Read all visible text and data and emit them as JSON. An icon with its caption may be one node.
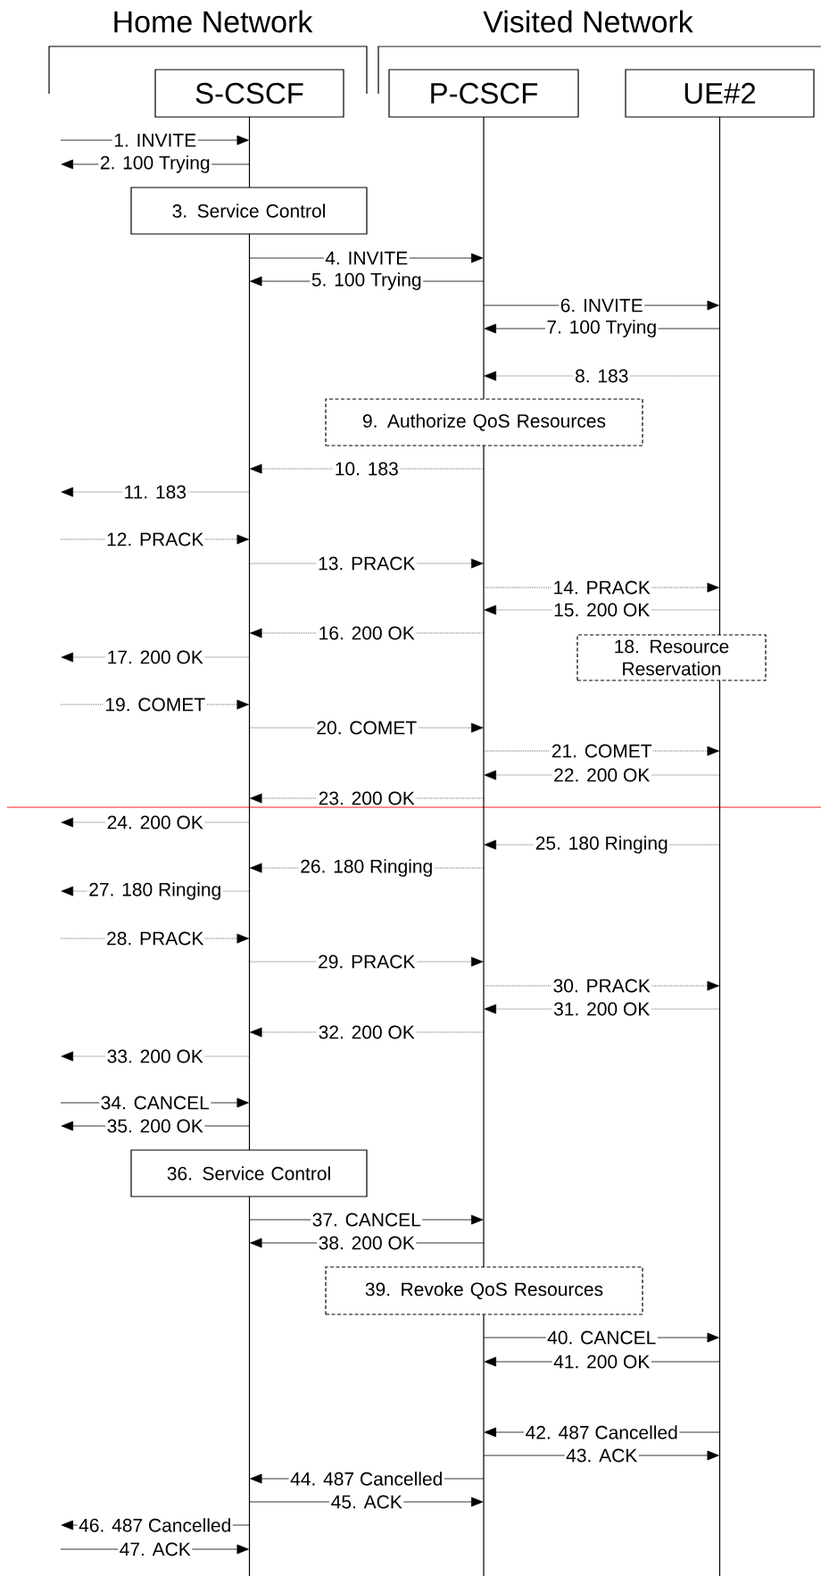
{
  "diagram": {
    "nodes": [
      {
        "text": [
          "S-CSCF"
        ]
      },
      {
        "text": [
          "P-CSCF"
        ]
      },
      {
        "text": [
          "UE#2"
        ]
      },
      {
        "text": [
          "3. Service Control"
        ]
      },
      {
        "text": [
          "9. Authorize QoS Resources"
        ]
      },
      {
        "text": [
          "18. Resource Reservation"
        ]
      },
      {
        "text": [
          "36. Service Control"
        ]
      },
      {
        "text": [
          "39. Revoke QoS Resources"
        ]
      }
    ],
    "edges": [
      {
        "from": null,
        "to": 0,
        "arrow": "to",
        "label": "1. INVITE"
      },
      {
        "from": 0,
        "to": null,
        "arrow": "to",
        "label": "2. 100 Trying"
      },
      {
        "from": 0,
        "to": 1,
        "arrow": "to",
        "label": "4. INVITE"
      },
      {
        "from": 1,
        "to": 0,
        "arrow": "to",
        "label": "5. 100 Trying"
      },
      {
        "from": 1,
        "to": 2,
        "arrow": "to",
        "label": "6. INVITE"
      },
      {
        "from": 2,
        "to": 1,
        "arrow": "to",
        "label": "7. 100 Trying"
      },
      {
        "from": 2,
        "to": 1,
        "arrow": "to",
        "label": "8. 183",
        "style": "dashed"
      },
      {
        "from": 1,
        "to": 0,
        "arrow": "to",
        "label": "10. 183",
        "style": "dashed"
      },
      {
        "from": 0,
        "to": null,
        "arrow": "to",
        "label": "11. 183",
        "style": "dashed"
      },
      {
        "from": null,
        "to": 0,
        "arrow": "to",
        "label": "12. PRACK",
        "style": "dashed"
      },
      {
        "from": 0,
        "to": 1,
        "arrow": "to",
        "label": "13. PRACK",
        "style": "dashed"
      },
      {
        "from": 1,
        "to": 2,
        "arrow": "to",
        "label": "14. PRACK",
        "style": "dashed"
      },
      {
        "from": 2,
        "to": 1,
        "arrow": "to",
        "label": "15. 200 OK",
        "style": "dashed"
      },
      {
        "from": 1,
        "to": 0,
        "arrow": "to",
        "label": "16. 200 OK",
        "style": "dashed"
      },
      {
        "from": 0,
        "to": null,
        "arrow": "to",
        "label": "17. 200 OK",
        "style": "dashed"
      },
      {
        "from": null,
        "to": 0,
        "arrow": "to",
        "label": "19. COMET",
        "style": "dashed"
      },
      {
        "from": 0,
        "to": 1,
        "arrow": "to",
        "label": "20. COMET",
        "style": "dashed"
      },
      {
        "from": 1,
        "to": 2,
        "arrow": "to",
        "label": "21. COMET",
        "style": "dashed"
      },
      {
        "from": 2,
        "to": 1,
        "arrow": "to",
        "label": "22. 200 OK",
        "style": "dashed"
      },
      {
        "from": 1,
        "to": 0,
        "arrow": "to",
        "label": "23. 200 OK",
        "style": "dashed"
      },
      {
        "from": 0,
        "to": null,
        "arrow": "to",
        "label": "24. 200 OK",
        "style": "dashed"
      },
      {
        "from": 2,
        "to": 1,
        "arrow": "to",
        "label": "25. 180 Ringing",
        "style": "dashed"
      },
      {
        "from": 1,
        "to": 0,
        "arrow": "to",
        "label": "26. 180 Ringing",
        "style": "dashed"
      },
      {
        "from": 0,
        "to": null,
        "arrow": "to",
        "label": "27. 180 Ringing",
        "style": "dashed"
      },
      {
        "from": null,
        "to": 0,
        "arrow": "to",
        "label": "28. PRACK",
        "style": "dashed"
      },
      {
        "from": 0,
        "to": 1,
        "arrow": "to",
        "label": "29. PRACK",
        "style": "dashed"
      },
      {
        "from": 1,
        "to": 2,
        "arrow": "to",
        "label": "30. PRACK",
        "style": "dashed"
      },
      {
        "from": 2,
        "to": 1,
        "arrow": "to",
        "label": "31. 200 OK",
        "style": "dashed"
      },
      {
        "from": 1,
        "to": 0,
        "arrow": "to",
        "label": "32. 200 OK",
        "style": "dashed"
      },
      {
        "from": 0,
        "to": null,
        "arrow": "to",
        "label": "33. 200 OK",
        "style": "dashed"
      },
      {
        "from": null,
        "to": 0,
        "arrow": "to",
        "label": "34. CANCEL"
      },
      {
        "from": 0,
        "to": null,
        "arrow": "to",
        "label": "35. 200 OK"
      },
      {
        "from": 0,
        "to": 1,
        "arrow": "to",
        "label": "37. CANCEL"
      },
      {
        "from": 1,
        "to": 0,
        "arrow": "to",
        "label": "38. 200 OK"
      },
      {
        "from": 1,
        "to": 2,
        "arrow": "to",
        "label": "40. CANCEL"
      },
      {
        "from": 2,
        "to": 1,
        "arrow": "to",
        "label": "41. 200 OK"
      },
      {
        "from": 2,
        "to": 1,
        "arrow": "to",
        "label": "42. 487 Cancelled"
      },
      {
        "from": 1,
        "to": 2,
        "arrow": "to",
        "label": "43. ACK"
      },
      {
        "from": 1,
        "to": 0,
        "arrow": "to",
        "label": "44. 487 Cancelled"
      },
      {
        "from": 0,
        "to": 1,
        "arrow": "to",
        "label": "45. ACK"
      },
      {
        "from": 0,
        "to": null,
        "arrow": "to",
        "label": "46. 487 Cancelled"
      },
      {
        "from": null,
        "to": 0,
        "arrow": "to",
        "label": "47. ACK"
      }
    ],
    "labels": [
      "Home Network",
      "Visited Network"
    ]
  }
}
